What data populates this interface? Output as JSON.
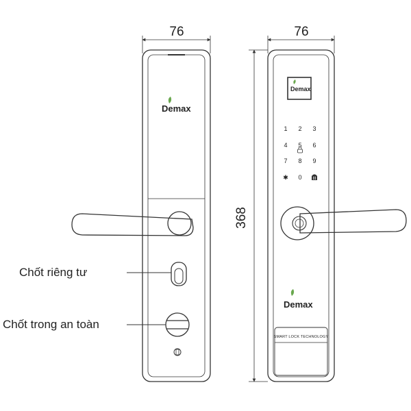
{
  "dimensions": {
    "back_width": "76",
    "front_width": "76",
    "height": "368"
  },
  "callouts": {
    "privacy_latch": "Chốt riêng tư",
    "safety_latch": "Chốt trong an toàn"
  },
  "brand": {
    "name": "Demax",
    "name_small": "Demax",
    "tagline": "SMART LOCK TECHNOLOGY"
  },
  "keypad": {
    "keys": [
      "1",
      "2",
      "3",
      "4",
      "5",
      "6",
      "7",
      "8",
      "9",
      "✱",
      "0",
      ""
    ]
  },
  "colors": {
    "line": "#333333",
    "leaf": "#6aa84f"
  },
  "icons": {
    "leaf": "leaf-icon",
    "lock": "lock-icon",
    "fingerprint": "fingerprint-icon",
    "doorbell": "doorbell-icon"
  }
}
